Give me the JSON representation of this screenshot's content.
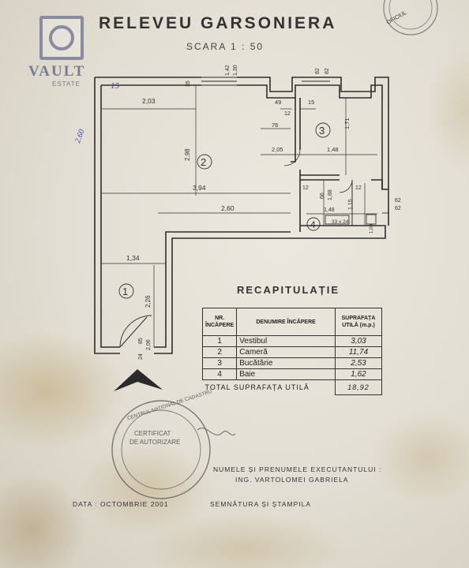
{
  "document": {
    "title": "RELEVEU  GARSONIERA",
    "scale": "SCARA  1 : 50",
    "logo": {
      "word": "VAULT",
      "sub": "ESTATE"
    },
    "handwriting": {
      "note_left": "2.60",
      "note_top": "15"
    },
    "stamp_top_fragment": "OFICIUL",
    "stamp_main": [
      "CERTIFICAT",
      "DE AUTORIZARE"
    ],
    "stamp_ring": "CENTRUL NATIONAL DE CADASTRU"
  },
  "plan": {
    "rooms": [
      "1",
      "2",
      "3",
      "4"
    ],
    "dimensions": {
      "d_2_03": "2,03",
      "d_35": "35",
      "d_1_42": "1,42",
      "d_1_30": "1,30",
      "d_82a": "82",
      "d_82b": "82",
      "d_49": "49",
      "d_15": "15",
      "d_12a": "12",
      "d_1_71": "1,71",
      "d_2_98": "2,98",
      "d_76": "76",
      "d_2_05": "2,05",
      "d_1_48a": "1,48",
      "d_3_94": "3,94",
      "d_12b": "12",
      "d_66": "66",
      "d_1_88": "1,88",
      "d_12c": "12",
      "d_62a": "62",
      "d_62b": "62",
      "d_2_60": "2,60",
      "d_1_48b": "1,48",
      "d_1_15": "1,15",
      "d_33x24": "33 x 24",
      "d_1_00": "1,00",
      "d_1_34": "1,34",
      "d_2_26": "2,26",
      "d_85": "85",
      "d_2_06": "2,06",
      "d_24": "24"
    }
  },
  "recap": {
    "title": "RECAPITULAȚIE",
    "headers": {
      "nr": "NR. ÎNCĂPERE",
      "name": "DENUMIRE ÎNCĂPERE",
      "area": "SUPRAFAȚA UTILĂ (m.p.)"
    },
    "rows": [
      {
        "nr": "1",
        "name": "Vestibul",
        "area": "3,03"
      },
      {
        "nr": "2",
        "name": "Cameră",
        "area": "11,74"
      },
      {
        "nr": "3",
        "name": "Bucătărie",
        "area": "2,53"
      },
      {
        "nr": "4",
        "name": "Baie",
        "area": "1,62"
      }
    ],
    "total_label": "TOTAL  SUPRAFAȚA  UTILĂ",
    "total_value": "18,92"
  },
  "footer": {
    "executant_label": "NUMELE  ȘI  PRENUMELE  EXECUTANTULUI :",
    "executant_name": "ING. VARTOLOMEI GABRIELA",
    "date": "DATA :  OCTOMBRIE  2001",
    "signature": "SEMNĂTURA  ȘI  ȘTAMPILA"
  },
  "colors": {
    "paper": "#e6e2d8",
    "ink": "#333333",
    "stain": "#b79a62",
    "logo": "#8a8aa0",
    "handwriting": "#3344aa"
  }
}
